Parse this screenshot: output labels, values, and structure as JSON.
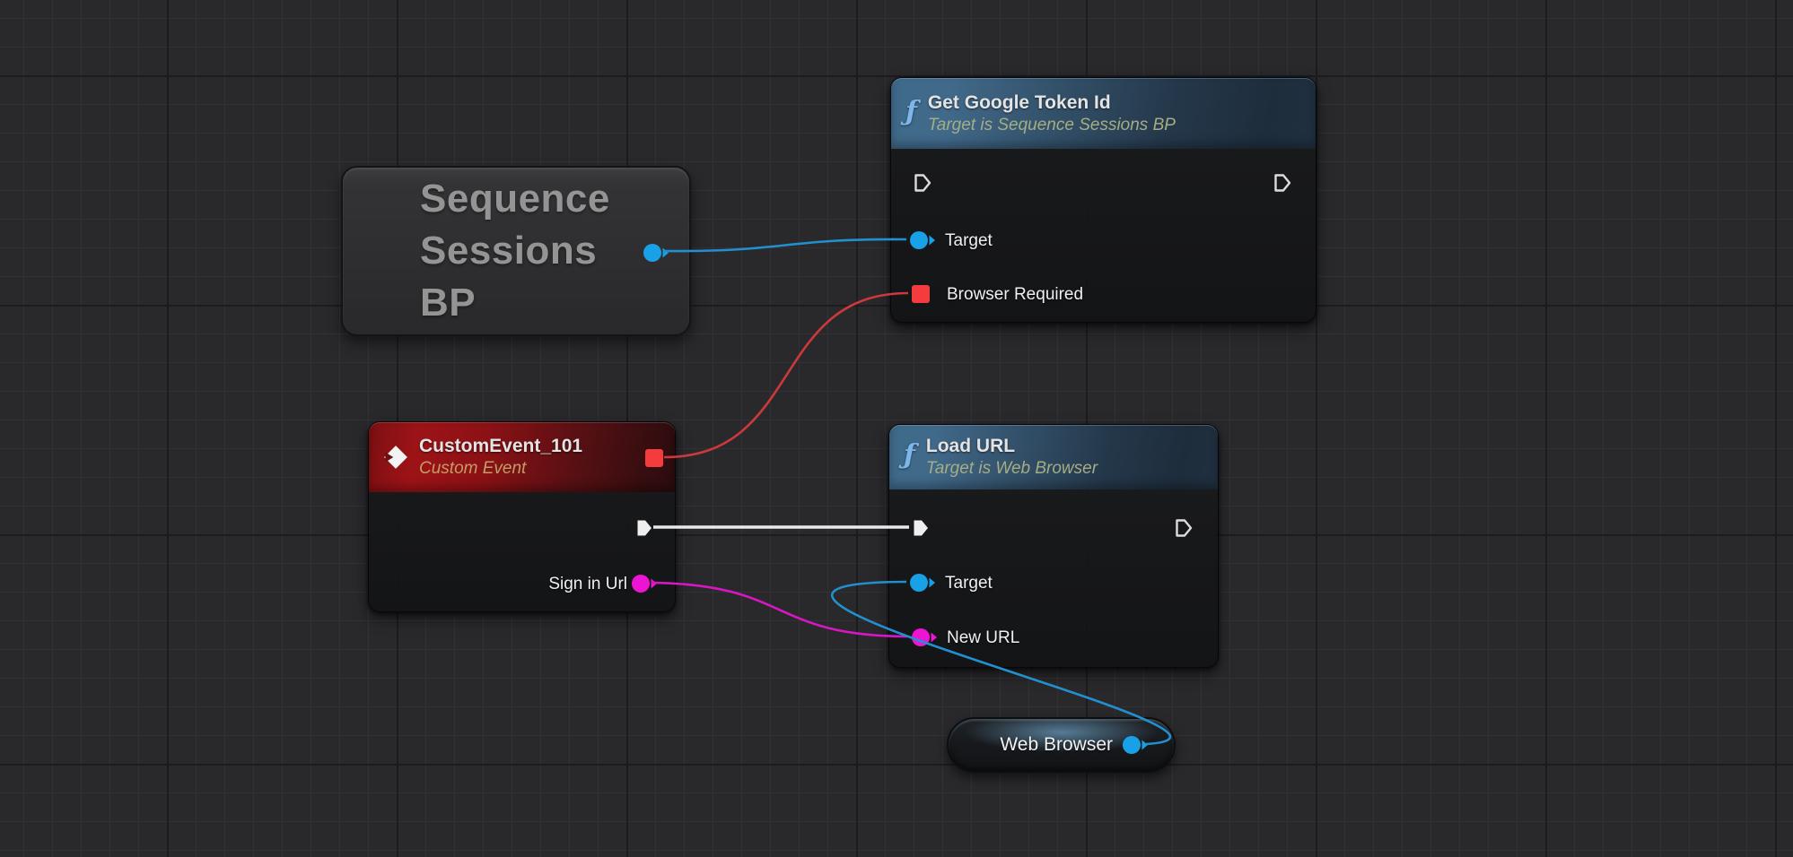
{
  "graph": {
    "nodes": {
      "sequence_sessions_bp": {
        "type": "variable-get",
        "lines": [
          "Sequence",
          "Sessions",
          "BP"
        ]
      },
      "get_google_token_id": {
        "type": "function-call",
        "icon": "ƒ",
        "title": "Get Google Token Id",
        "subtitle": "Target is Sequence Sessions BP",
        "pins": {
          "target_label": "Target",
          "browser_required_label": "Browser Required"
        }
      },
      "custom_event_101": {
        "type": "custom-event",
        "title": "CustomEvent_101",
        "subtitle": "Custom Event",
        "pins": {
          "sign_in_url_label": "Sign in Url"
        }
      },
      "load_url": {
        "type": "function-call",
        "icon": "ƒ",
        "title": "Load URL",
        "subtitle": "Target is Web Browser",
        "pins": {
          "target_label": "Target",
          "new_url_label": "New URL"
        }
      },
      "web_browser": {
        "type": "variable-get",
        "label": "Web Browser"
      }
    },
    "colors": {
      "object_pin": "#18a1e6",
      "object_wire": "#2290cf",
      "string_pin": "#ed14d4",
      "string_wire": "#d916c6",
      "delegate_pin": "#f43b3e",
      "delegate_wire": "#cc393d",
      "exec_pin": "#efefef",
      "exec_wire": "#e9e9e9",
      "exec_outline": "#dcdcdc"
    }
  }
}
